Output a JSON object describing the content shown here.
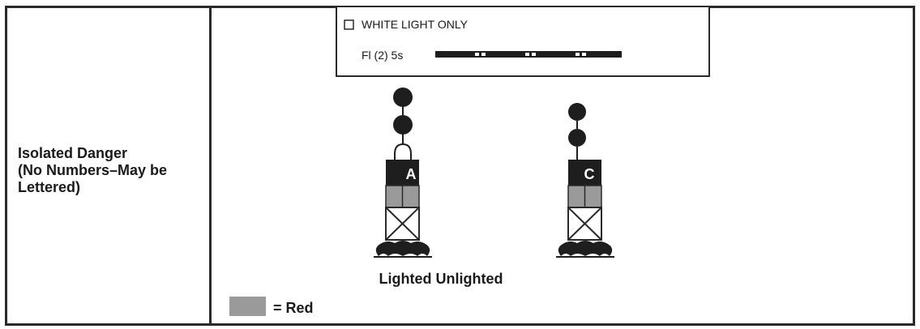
{
  "row": {
    "category": "Isolated Danger\n(No Numbers–May be\nLettered)"
  },
  "light_panel": {
    "heading": "WHITE LIGHT ONLY",
    "rhythm_label": "Fl (2) 5s",
    "flash_groups_shown": 3,
    "flashes_per_group": 2
  },
  "buoys": [
    {
      "letter": "A",
      "type": "lighted"
    },
    {
      "letter": "C",
      "type": "unlighted"
    }
  ],
  "caption": "Lighted Unlighted",
  "legend": {
    "label": "= Red",
    "swatch_color": "#9a9a9a"
  },
  "colors": {
    "black": "#1e1e1e",
    "red_band": "#9a9a9a",
    "line": "#2a2a2a"
  }
}
